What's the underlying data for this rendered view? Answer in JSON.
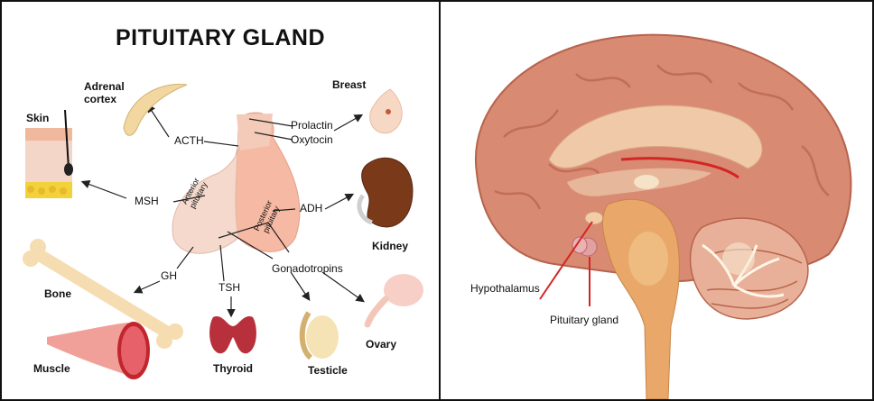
{
  "left_panel": {
    "title": "PITUITARY GLAND",
    "organs": {
      "adrenal_cortex": "Adrenal\ncortex",
      "skin": "Skin",
      "breast": "Breast",
      "kidney": "Kidney",
      "bone": "Bone",
      "muscle": "Muscle",
      "thyroid": "Thyroid",
      "testicle": "Testicle",
      "ovary": "Ovary"
    },
    "hormones": {
      "acth": "ACTH",
      "prolactin": "Prolactin",
      "oxytocin": "Oxytocin",
      "msh": "MSH",
      "adh": "ADH",
      "gh": "GH",
      "tsh": "TSH",
      "gonadotropins": "Gonadotropins"
    },
    "lobes": {
      "anterior": "Anterior\npituitary",
      "posterior": "Posterior\npituitary"
    }
  },
  "right_panel": {
    "labels": {
      "hypothalamus": "Hypothalamus",
      "pituitary": "Pituitary gland"
    },
    "pointer_color": "#d42525"
  },
  "colors": {
    "gland": "#f3c3b0",
    "brain_cortex": "#d98a72",
    "brain_inner": "#f0c9a8",
    "cerebellum": "#e8b098",
    "stem": "#e9a86a"
  }
}
